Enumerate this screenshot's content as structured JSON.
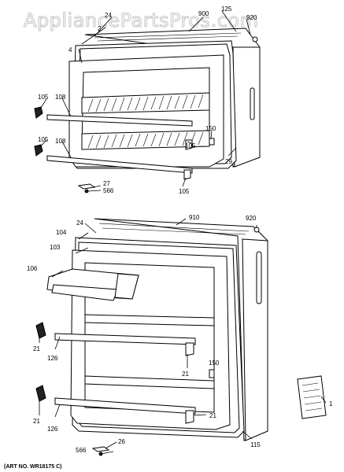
{
  "watermark": "AppliancePartsPros.com",
  "art_number": "(ART NO. WR18175 C)",
  "labels": {
    "top_24": "24",
    "top_2": "2",
    "top_900": "900",
    "top_125": "125",
    "top_920": "920",
    "top_4": "4",
    "top_105a": "105",
    "top_108a": "108",
    "top_105b": "105",
    "top_108b": "108",
    "top_150": "150",
    "top_105c": "105",
    "top_29": "29",
    "top_27": "27",
    "top_566": "566",
    "top_105d": "105",
    "bot_910": "910",
    "bot_920": "920",
    "bot_24": "24",
    "bot_104": "104",
    "bot_103": "103",
    "bot_106": "106",
    "bot_21a": "21",
    "bot_126a": "126",
    "bot_150": "150",
    "bot_21b": "21",
    "bot_21c": "21",
    "bot_126b": "126",
    "bot_21d": "21",
    "bot_1": "1",
    "bot_115": "115",
    "bot_26": "26",
    "bot_566": "566"
  }
}
